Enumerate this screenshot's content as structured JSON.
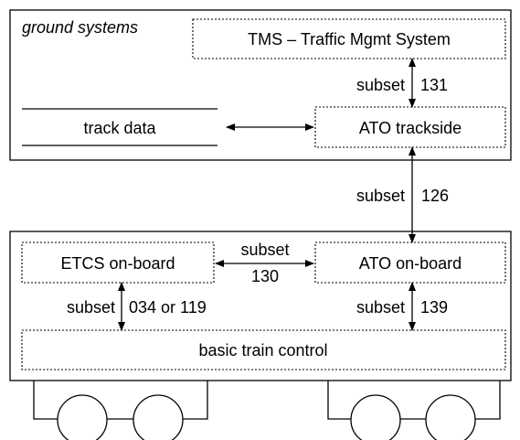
{
  "ground": {
    "label": "ground systems",
    "tms": "TMS – Traffic Mgmt System",
    "ato_trackside": "ATO trackside",
    "track_data": "track data",
    "link_tms": {
      "subset": "subset",
      "number": "131"
    }
  },
  "link_ground_train": {
    "subset": "subset",
    "number": "126"
  },
  "train": {
    "etcs": "ETCS on-board",
    "ato_onboard": "ATO on-board",
    "basic_control": "basic train control",
    "link_etcs_ato": {
      "subset": "subset",
      "number": "130"
    },
    "link_etcs_basic": {
      "subset": "subset",
      "number": "034 or 119"
    },
    "link_ato_basic": {
      "subset": "subset",
      "number": "139"
    }
  }
}
